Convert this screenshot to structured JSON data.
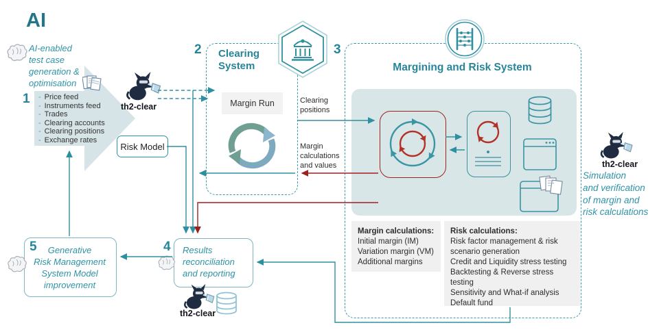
{
  "page_title": "AI",
  "colors": {
    "accent": "#2e93a6",
    "accent_dark": "#26859a",
    "red": "#9e1f1f",
    "panel": "#d8e6e8"
  },
  "step1": {
    "number": "1",
    "dash": "-",
    "annotation_lines": [
      "AI-enabled",
      "test case",
      "generation &",
      "optimisation"
    ],
    "items": [
      "Price feed",
      "Instruments feed",
      "Trades",
      "Clearing accounts",
      "Clearing positions",
      "Exchange rates"
    ]
  },
  "mascots": {
    "top": "th2-clear",
    "bottom": "th2-clear",
    "right": "th2-clear"
  },
  "risk_model_label": "Risk Model",
  "step2": {
    "number": "2",
    "title_lines": [
      "Clearing",
      "System"
    ],
    "margin_run": "Margin Run"
  },
  "flow_labels": {
    "clearing_positions_lines": [
      "Clearing",
      "positions"
    ],
    "margin_calc_lines": [
      "Margin",
      "calculations",
      "and values"
    ]
  },
  "step3": {
    "number": "3",
    "title": "Margining and Risk System",
    "margin_box": {
      "title": "Margin calculations:",
      "lines": [
        "Initial margin (IM)",
        "Variation margin (VM)",
        "Additional margins"
      ]
    },
    "risk_box": {
      "title": "Risk calculations:",
      "lines": [
        "Risk factor management & risk",
        "scenario generation",
        "Credit and Liquidity stress testing",
        "Backtesting & Reverse stress",
        "testing",
        "Sensitivity and What-if analysis",
        "Default fund"
      ]
    }
  },
  "step4": {
    "number": "4",
    "lines": [
      "Results",
      "reconciliation",
      "and reporting"
    ]
  },
  "step5": {
    "number": "5",
    "lines": [
      "Generative",
      "Risk Management",
      "System Model",
      "improvement"
    ]
  },
  "right_note": {
    "lines": [
      "Simulation",
      "and verification",
      "of margin and",
      "risk calculations"
    ]
  }
}
